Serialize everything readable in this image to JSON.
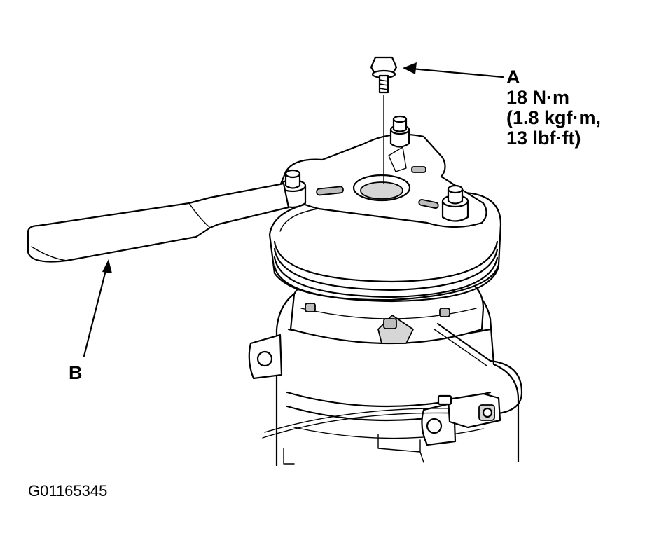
{
  "callouts": {
    "a": {
      "letter": "A",
      "torque_line1": "18 N·m",
      "torque_line2": "(1.8 kgf·m,",
      "torque_line3": "13 lbf·ft)"
    },
    "b": {
      "letter": "B"
    }
  },
  "figure_id": "G01165345",
  "colors": {
    "ink": "#000000",
    "paper": "#ffffff",
    "shade": "#d6d6d6"
  }
}
